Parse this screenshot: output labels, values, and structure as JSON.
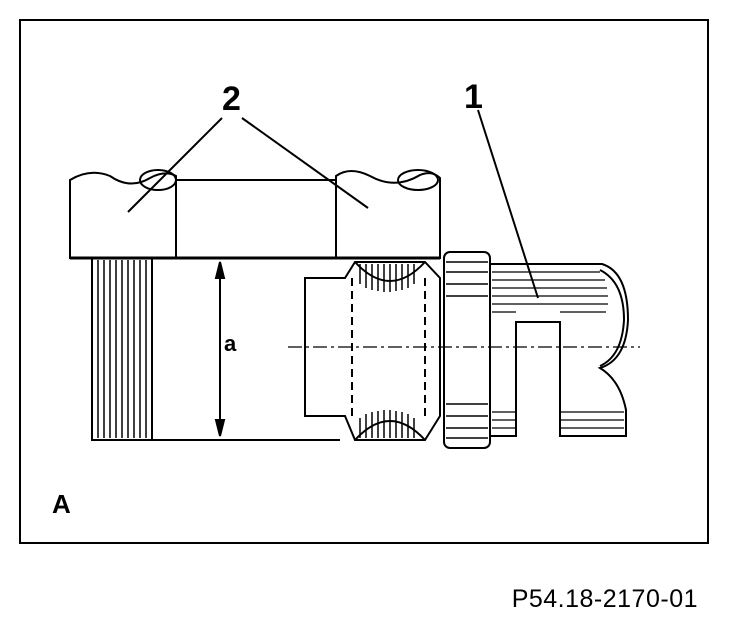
{
  "callouts": {
    "part_1": "1",
    "part_2": "2"
  },
  "dimension_label": "a",
  "view_label": "A",
  "figure_id": "P54.18-2170-01"
}
